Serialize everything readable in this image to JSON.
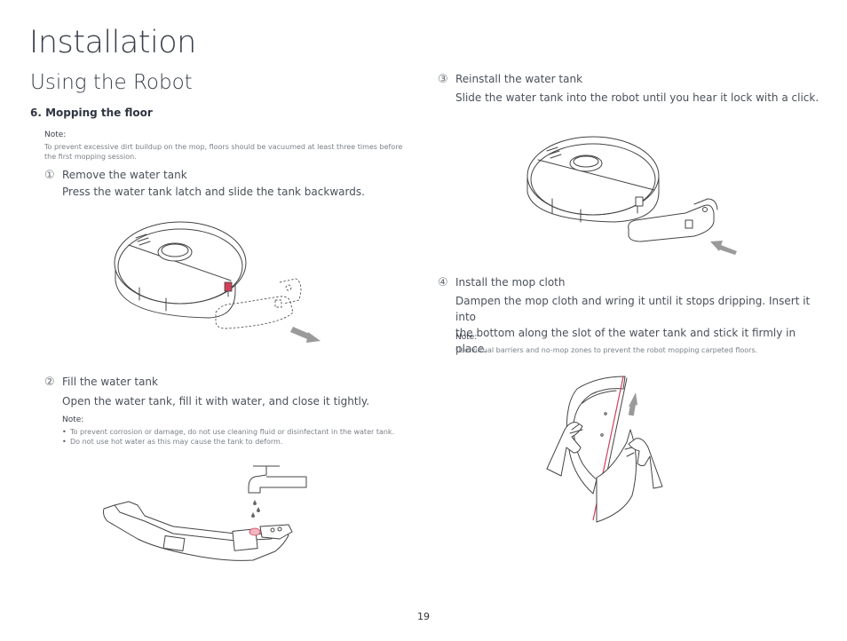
{
  "header": {
    "title": "Installation",
    "subtitle": "Using the Robot",
    "section": "6.  Mopping the floor"
  },
  "left": {
    "note1": {
      "label": "Note:",
      "text_line1": "To prevent excessive dirt buildup on the mop, floors should be vacuumed at least three times before",
      "text_line2": "the first mopping session."
    },
    "step1": {
      "num": "①",
      "title": "Remove the water tank",
      "body": "Press the water tank latch and slide the tank backwards."
    },
    "step2": {
      "num": "②",
      "title": "Fill the water tank",
      "body": "Open the water tank, fill it with water, and close it tightly.",
      "note_label": "Note:",
      "bullets": [
        "To prevent corrosion or damage, do not use cleaning fluid or disinfectant in the water tank.",
        "Do not use hot water as this may cause the tank to deform."
      ]
    }
  },
  "right": {
    "step3": {
      "num": "③",
      "title": "Reinstall the water tank",
      "body": "Slide the water tank into the robot until you hear it lock with a click."
    },
    "step4": {
      "num": "④",
      "title": "Install the mop cloth",
      "body_line1": "Dampen the mop cloth and wring it until it stops dripping. Insert it into",
      "body_line2": "the bottom along the slot of the water tank and stick it firmly in place.",
      "note_label": "Note:",
      "note_text": "Use virtual barriers and no-mop zones to prevent the robot mopping carpeted floors."
    }
  },
  "footer": {
    "page_number": "19"
  },
  "colors": {
    "accent_red": "#d0405a",
    "arrow_gray": "#9a9a9a",
    "line": "#444444"
  }
}
